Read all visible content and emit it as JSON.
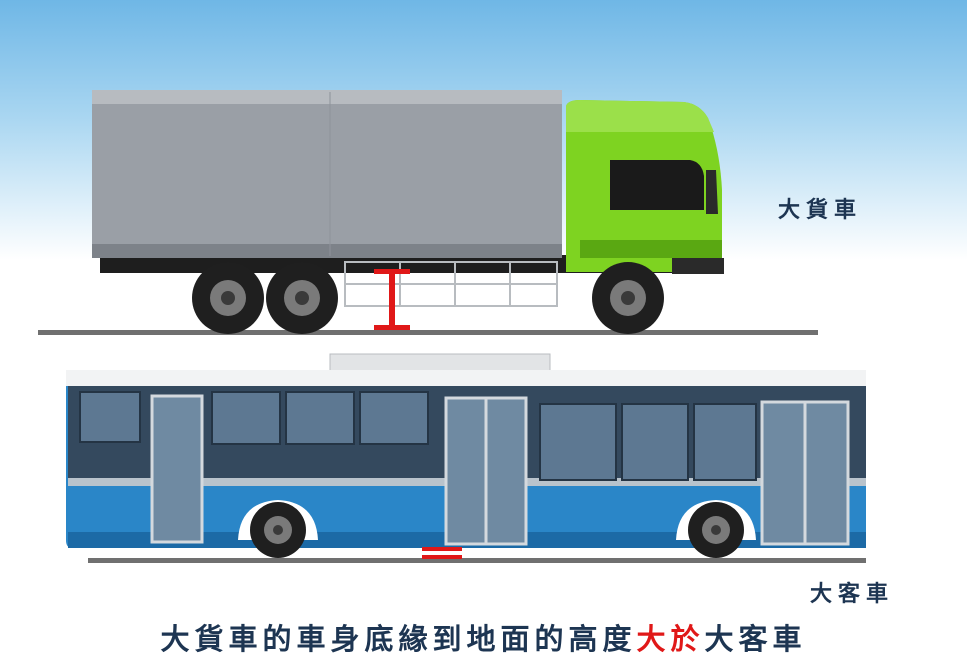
{
  "labels": {
    "truck": "大貨車",
    "bus": "大客車"
  },
  "caption": {
    "part1": "大貨車的車身底緣到地面的高度",
    "highlight": "大於",
    "part2": "大客車"
  },
  "colors": {
    "text": "#1d3552",
    "highlight": "#e01818",
    "ground_clearance_marker": "#e01818",
    "truck_cab": "#7ed321",
    "truck_box": "#9a9fa6",
    "bus_body": "#2a86c8"
  }
}
